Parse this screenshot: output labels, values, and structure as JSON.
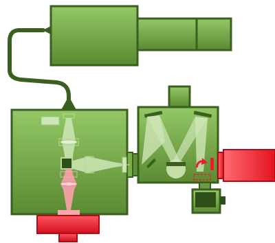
{
  "diagram": {
    "colors": {
      "green_dark": "#3a5f1f",
      "green_fill_top": "#8cc05c",
      "green_fill_bottom": "#5c8c34",
      "green_light": "#b9d99a",
      "beam_green": "#cfe6b6",
      "beam_red": "#f4a0a6",
      "red_body": "#ee1c2b",
      "red_light": "#f6a8ae",
      "dark_cable": "#3a5f1f"
    },
    "components": [
      "light-source-housing",
      "source-fiber-cable",
      "microscope-body",
      "spectrometer-housing",
      "red-detector",
      "bottom-red-camera",
      "small-dark-module"
    ]
  }
}
